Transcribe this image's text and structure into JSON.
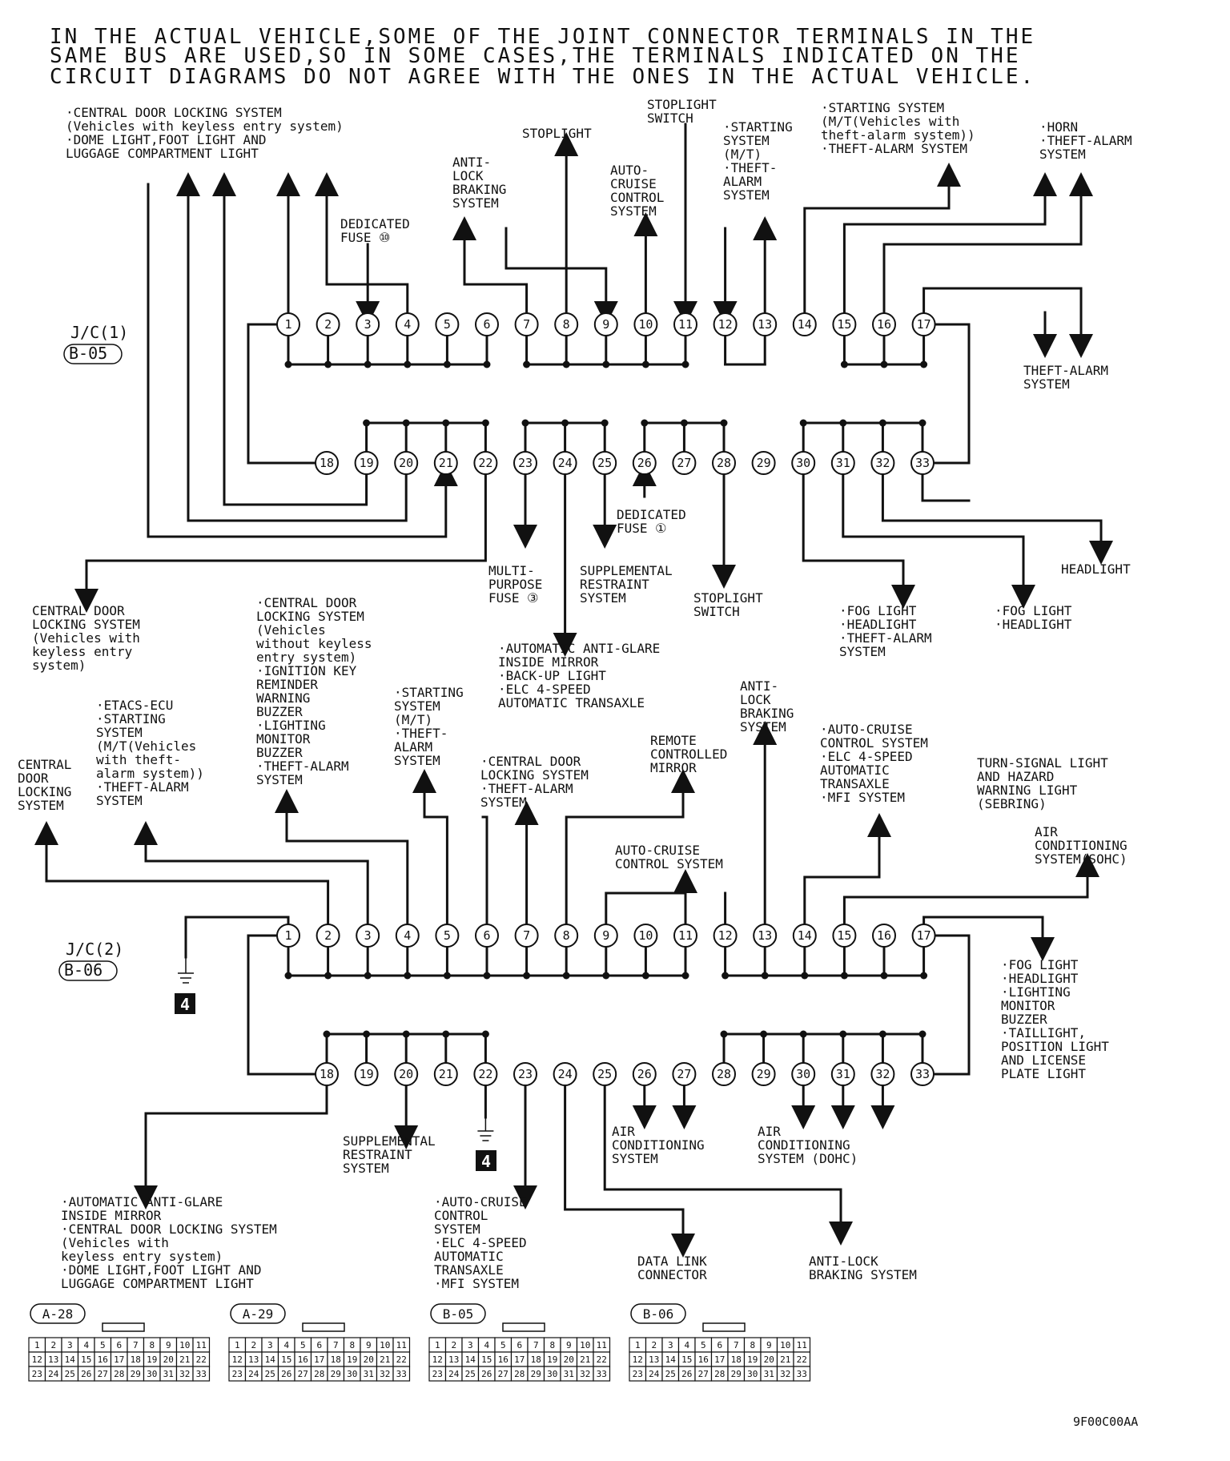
{
  "note": [
    "IN THE ACTUAL VEHICLE,SOME OF THE JOINT CONNECTOR TERMINALS IN THE",
    "SAME BUS ARE USED,SO IN SOME CASES,THE TERMINALS INDICATED ON THE",
    "CIRCUIT DIAGRAMS DO NOT AGREE WITH THE ONES IN THE ACTUAL VEHICLE."
  ],
  "jc1": {
    "name": "J/C(1)",
    "code": "B-05"
  },
  "jc2": {
    "name": "J/C(2)",
    "code": "B-06"
  },
  "ground": "4",
  "figure_code": "9F00C00AA",
  "pins": [
    "1",
    "2",
    "3",
    "4",
    "5",
    "6",
    "7",
    "8",
    "9",
    "10",
    "11",
    "12",
    "13",
    "14",
    "15",
    "16",
    "17",
    "18",
    "19",
    "20",
    "21",
    "22",
    "23",
    "24",
    "25",
    "26",
    "27",
    "28",
    "29",
    "30",
    "31",
    "32",
    "33"
  ],
  "labels": [
    {
      "id": "jc1-a",
      "lines": [
        "·CENTRAL DOOR LOCKING SYSTEM",
        "(Vehicles with keyless entry system)",
        "·DOME LIGHT,FOOT LIGHT AND",
        "LUGGAGE COMPARTMENT LIGHT"
      ]
    },
    {
      "id": "jc1-b",
      "lines": [
        "DEDICATED",
        "FUSE ⑩"
      ]
    },
    {
      "id": "jc1-c",
      "lines": [
        "ANTI-",
        "LOCK",
        "BRAKING",
        "SYSTEM"
      ]
    },
    {
      "id": "jc1-d",
      "lines": [
        "STOPLIGHT"
      ]
    },
    {
      "id": "jc1-e",
      "lines": [
        "STOPLIGHT",
        "SWITCH"
      ]
    },
    {
      "id": "jc1-f",
      "lines": [
        "AUTO-",
        "CRUISE",
        "CONTROL",
        "SYSTEM"
      ]
    },
    {
      "id": "jc1-g",
      "lines": [
        "·STARTING",
        "SYSTEM",
        "(M/T)",
        "·THEFT-",
        "ALARM",
        "SYSTEM"
      ]
    },
    {
      "id": "jc1-h",
      "lines": [
        "·STARTING SYSTEM",
        "(M/T(Vehicles with",
        "theft-alarm system))",
        "·THEFT-ALARM SYSTEM"
      ]
    },
    {
      "id": "jc1-i",
      "lines": [
        "·HORN",
        "·THEFT-ALARM",
        "SYSTEM"
      ]
    },
    {
      "id": "jc1-j",
      "lines": [
        "THEFT-ALARM",
        "SYSTEM"
      ]
    },
    {
      "id": "jc1-k",
      "lines": [
        "CENTRAL DOOR",
        "LOCKING SYSTEM",
        "(Vehicles with",
        "keyless entry",
        "system)"
      ]
    },
    {
      "id": "jc1-l",
      "lines": [
        "·CENTRAL DOOR",
        "LOCKING SYSTEM",
        "(Vehicles",
        "without keyless",
        "entry system)",
        "·IGNITION KEY",
        "REMINDER",
        "WARNING",
        "BUZZER",
        "·LIGHTING",
        "MONITOR",
        "BUZZER",
        "·THEFT-ALARM",
        "SYSTEM"
      ]
    },
    {
      "id": "jc1-m",
      "lines": [
        "MULTI-",
        "PURPOSE",
        "FUSE ③"
      ]
    },
    {
      "id": "jc1-n",
      "lines": [
        "SUPPLEMENTAL",
        "RESTRAINT",
        "SYSTEM"
      ]
    },
    {
      "id": "jc1-o",
      "lines": [
        "DEDICATED",
        "FUSE ①"
      ]
    },
    {
      "id": "jc1-p",
      "lines": [
        "·AUTOMATIC ANTI-GLARE",
        "INSIDE MIRROR",
        "·BACK-UP LIGHT",
        "·ELC 4-SPEED",
        "AUTOMATIC TRANSAXLE"
      ]
    },
    {
      "id": "jc1-q",
      "lines": [
        "STOPLIGHT",
        "SWITCH"
      ]
    },
    {
      "id": "jc1-r",
      "lines": [
        "·FOG LIGHT",
        "·HEADLIGHT",
        "·THEFT-ALARM",
        "SYSTEM"
      ]
    },
    {
      "id": "jc1-s",
      "lines": [
        "·FOG LIGHT",
        "·HEADLIGHT"
      ]
    },
    {
      "id": "jc1-t",
      "lines": [
        "HEADLIGHT"
      ]
    },
    {
      "id": "jc2-a",
      "lines": [
        "CENTRAL",
        "DOOR",
        "LOCKING",
        "SYSTEM"
      ]
    },
    {
      "id": "jc2-b",
      "lines": [
        "·ETACS-ECU",
        "·STARTING",
        "SYSTEM",
        "(M/T(Vehicles",
        "with theft-",
        "alarm system))",
        "·THEFT-ALARM",
        "SYSTEM"
      ]
    },
    {
      "id": "jc2-c",
      "lines": [
        "·STARTING",
        "SYSTEM",
        "(M/T)",
        "·THEFT-",
        "ALARM",
        "SYSTEM"
      ]
    },
    {
      "id": "jc2-d",
      "lines": [
        "·CENTRAL DOOR",
        "LOCKING SYSTEM",
        "·THEFT-ALARM",
        "SYSTEM"
      ]
    },
    {
      "id": "jc2-e",
      "lines": [
        "REMOTE",
        "CONTROLLED",
        "MIRROR"
      ]
    },
    {
      "id": "jc2-f",
      "lines": [
        "ANTI-",
        "LOCK",
        "BRAKING",
        "SYSTEM"
      ]
    },
    {
      "id": "jc2-g",
      "lines": [
        "AUTO-CRUISE",
        "CONTROL SYSTEM"
      ]
    },
    {
      "id": "jc2-h",
      "lines": [
        "·AUTO-CRUISE",
        "CONTROL SYSTEM",
        "·ELC 4-SPEED",
        "AUTOMATIC",
        "TRANSAXLE",
        "·MFI SYSTEM"
      ]
    },
    {
      "id": "jc2-i",
      "lines": [
        "TURN-SIGNAL LIGHT",
        "AND HAZARD",
        "WARNING LIGHT",
        "(SEBRING)"
      ]
    },
    {
      "id": "jc2-j",
      "lines": [
        "AIR",
        "CONDITIONING",
        "SYSTEM(SOHC)"
      ]
    },
    {
      "id": "jc2-k",
      "lines": [
        "·FOG LIGHT",
        "·HEADLIGHT",
        "·LIGHTING",
        "MONITOR",
        "BUZZER",
        "·TAILLIGHT,",
        "POSITION LIGHT",
        "AND LICENSE",
        "PLATE LIGHT"
      ]
    },
    {
      "id": "jc2-l",
      "lines": [
        "SUPPLEMENTAL",
        "RESTRAINT",
        "SYSTEM"
      ]
    },
    {
      "id": "jc2-m",
      "lines": [
        "AIR",
        "CONDITIONING",
        "SYSTEM"
      ]
    },
    {
      "id": "jc2-n",
      "lines": [
        "AIR",
        "CONDITIONING",
        "SYSTEM (DOHC)"
      ]
    },
    {
      "id": "jc2-o",
      "lines": [
        "·AUTOMATIC ANTI-GLARE",
        "INSIDE MIRROR",
        "·CENTRAL DOOR LOCKING SYSTEM",
        "(Vehicles with",
        "keyless entry system)",
        "·DOME LIGHT,FOOT LIGHT AND",
        "LUGGAGE COMPARTMENT LIGHT"
      ]
    },
    {
      "id": "jc2-p",
      "lines": [
        "·AUTO-CRUISE",
        "CONTROL",
        "SYSTEM",
        "·ELC 4-SPEED",
        "AUTOMATIC",
        "TRANSAXLE",
        "·MFI SYSTEM"
      ]
    },
    {
      "id": "jc2-q",
      "lines": [
        "DATA LINK",
        "CONNECTOR"
      ]
    },
    {
      "id": "jc2-r",
      "lines": [
        "ANTI-LOCK",
        "BRAKING SYSTEM"
      ]
    }
  ],
  "connectors": [
    "A-28",
    "A-29",
    "B-05",
    "B-06"
  ]
}
